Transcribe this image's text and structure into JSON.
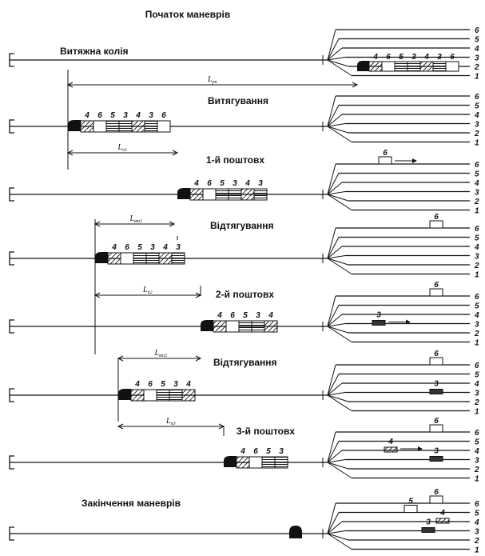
{
  "title": "Початок маневрів",
  "lead_track_label": "Витяжна колія",
  "track_numbers": [
    "6",
    "5",
    "4",
    "3",
    "2",
    "1"
  ],
  "stages": [
    {
      "label": "",
      "train": [],
      "dim_label": "L",
      "dim_sub": "рп",
      "yard_cars": [
        {
          "track": "2",
          "text": "4-6-5-3-4-3-6"
        }
      ]
    },
    {
      "label": "Витягування",
      "train": [
        "4",
        "6",
        "5",
        "3",
        "4",
        "3",
        "6"
      ],
      "dim_label": "L",
      "dim_sub": "п1",
      "yard_cars": []
    },
    {
      "label": "1-й поштовх",
      "train": [
        "4",
        "6",
        "5",
        "3",
        "4",
        "3"
      ],
      "dim_label": "L",
      "dim_sub": "вт1",
      "yard_cars": [
        {
          "track": "6",
          "text": "6"
        }
      ]
    },
    {
      "label": "Відтягування",
      "train": [
        "4",
        "6",
        "5",
        "3",
        "4",
        "3"
      ],
      "dim_label": "L",
      "dim_sub": "п2",
      "yard_cars": [
        {
          "track": "6",
          "text": "6"
        }
      ]
    },
    {
      "label": "2-й поштовх",
      "train": [
        "4",
        "6",
        "5",
        "3",
        "4"
      ],
      "dim_label": "L",
      "dim_sub": "вт2",
      "yard_cars": [
        {
          "track": "6",
          "text": "6"
        },
        {
          "track": "3",
          "text": "3"
        }
      ]
    },
    {
      "label": "Відтягування",
      "train": [
        "4",
        "6",
        "5",
        "3",
        "4"
      ],
      "dim_label": "L",
      "dim_sub": "п3",
      "yard_cars": [
        {
          "track": "6",
          "text": "6"
        },
        {
          "track": "3",
          "text": "3"
        }
      ]
    },
    {
      "label": "3-й поштовх",
      "train": [
        "4",
        "6",
        "5",
        "3"
      ],
      "dim_label": "",
      "dim_sub": "",
      "yard_cars": [
        {
          "track": "6",
          "text": "6"
        },
        {
          "track": "4",
          "text": "4"
        },
        {
          "track": "3",
          "text": "3"
        }
      ]
    },
    {
      "label": "Закінчення маневрів",
      "train": [],
      "dim_label": "",
      "dim_sub": "",
      "yard_cars": [
        {
          "track": "6",
          "text": "6"
        },
        {
          "track": "5",
          "text": "5"
        },
        {
          "track": "4",
          "text": "4"
        },
        {
          "track": "3",
          "text": "3"
        }
      ]
    }
  ]
}
